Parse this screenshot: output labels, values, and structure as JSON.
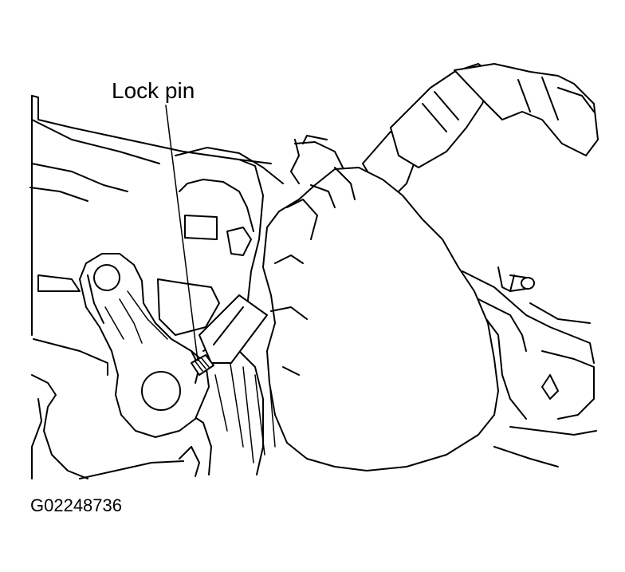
{
  "diagram": {
    "callouts": [
      {
        "id": "lock-pin",
        "label": "Lock pin"
      }
    ],
    "figure_id": "G02248736"
  }
}
